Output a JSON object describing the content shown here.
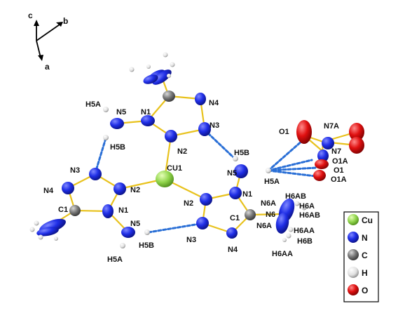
{
  "axes": {
    "c": "c",
    "b": "b",
    "a": "a"
  },
  "colors": {
    "Cu": "#8fd44a",
    "N": "#1f2ee6",
    "C": "#7b7b7b",
    "H": "#e6e6e6",
    "O": "#e01010",
    "bond": "#e8c21d",
    "hbond": "#2a6fd6"
  },
  "legend": {
    "items": [
      {
        "label": "Cu",
        "color": "#8fd44a"
      },
      {
        "label": "N",
        "color": "#1f2ee6"
      },
      {
        "label": "C",
        "color": "#7b7b7b"
      },
      {
        "label": "H",
        "color": "#e6e6e6"
      },
      {
        "label": "O",
        "color": "#e01010"
      }
    ]
  },
  "labels": {
    "cu1": "CU1",
    "top": {
      "h5a": "H5A",
      "n5": "N5",
      "n1": "N1",
      "n4": "N4",
      "h5b": "H5B",
      "n2": "N2",
      "n3": "N3"
    },
    "left": {
      "n3": "N3",
      "n4": "N4",
      "n2": "N2",
      "c1": "C1",
      "n1": "N1",
      "n5": "N5",
      "h5b": "H5B",
      "h5a": "H5A"
    },
    "right": {
      "h5b": "H5B",
      "n5": "N5",
      "h5a": "H5A",
      "n1": "N1",
      "n2": "N2",
      "c1": "C1",
      "n3": "N3",
      "n4": "N4"
    },
    "methyl": {
      "n6a_1": "N6A",
      "n6": "N6",
      "n6a_2": "N6A",
      "h6ab_1": "H6AB",
      "h6a": "H6A",
      "h6ab_2": "H6AB",
      "h6aa_1": "H6AA",
      "h6b": "H6B",
      "h6aa_2": "H6AA"
    },
    "nitrate": {
      "o1_top": "O1",
      "n7a": "N7A",
      "n7": "N7",
      "o1a_1": "O1A",
      "o1_mid": "O1",
      "o1a_2": "O1A"
    }
  }
}
